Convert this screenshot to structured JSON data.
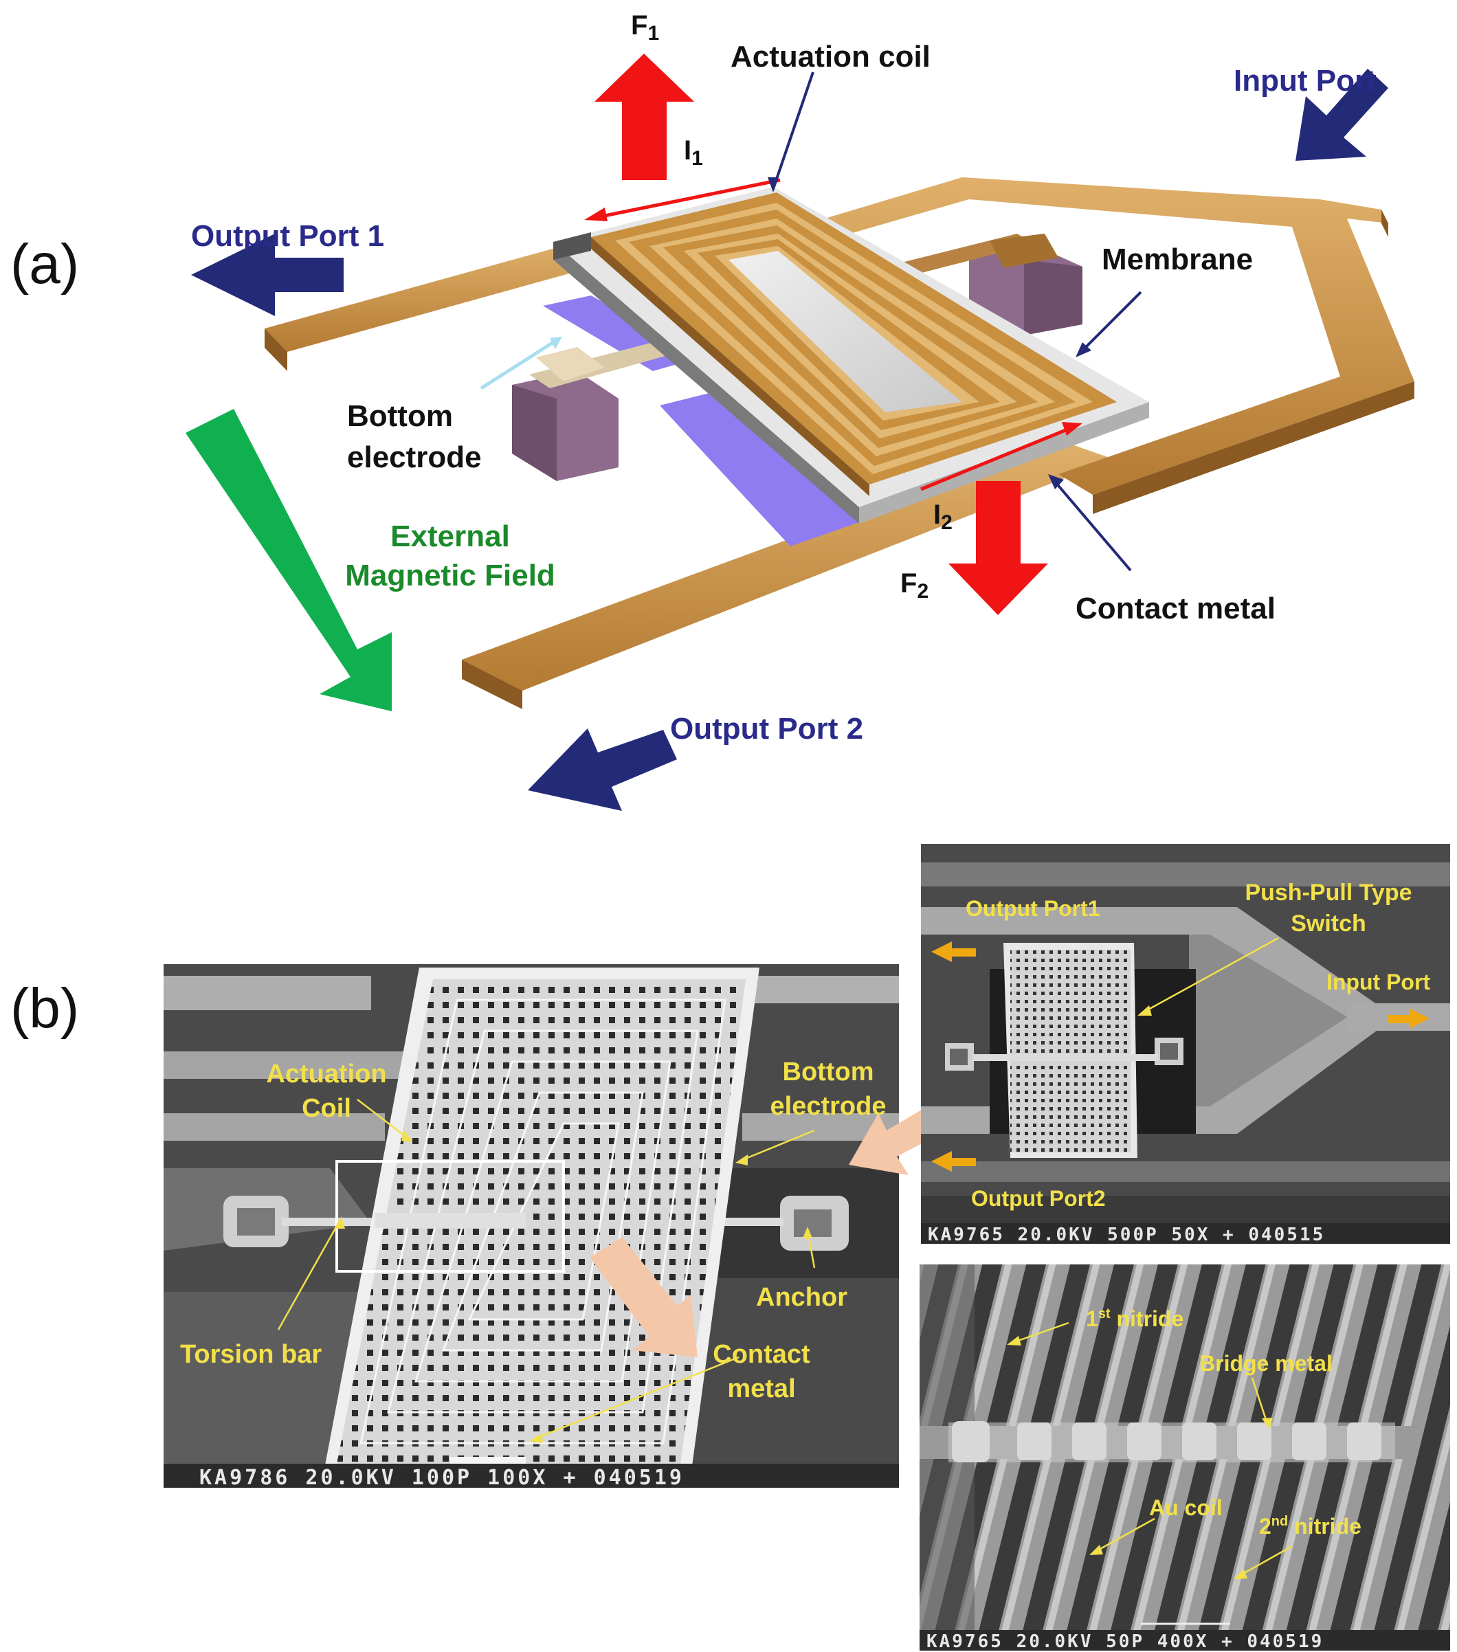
{
  "panels": {
    "a": "(a)",
    "b": "(b)"
  },
  "diagram": {
    "force_top": "F",
    "force_top_sub": "1",
    "current_top": "I",
    "current_top_sub": "1",
    "force_bottom": "F",
    "force_bottom_sub": "2",
    "current_bottom": "I",
    "current_bottom_sub": "2",
    "actuation_coil": "Actuation coil",
    "input_port": "Input Port",
    "output_port_1": "Output Port 1",
    "output_port_2": "Output Port 2",
    "membrane": "Membrane",
    "bottom_electrode_1": "Bottom",
    "bottom_electrode_2": "electrode",
    "magnetic_field_1": "External",
    "magnetic_field_2": "Magnetic Field",
    "contact_metal": "Contact metal"
  },
  "sem_main": {
    "actuation_1": "Actuation",
    "actuation_2": "Coil",
    "bottom_1": "Bottom",
    "bottom_2": "electrode",
    "anchor": "Anchor",
    "torsion": "Torsion bar",
    "contact_1": "Contact",
    "contact_2": "metal",
    "footer": "KA9786 20.0KV 100P 100X + 040519"
  },
  "sem_top": {
    "push_pull_1": "Push-Pull Type",
    "push_pull_2": "Switch",
    "output1": "Output Port1",
    "output2": "Output Port2",
    "input": "Input Port",
    "footer": "KA9765 20.0KV 500P 50X + 040515"
  },
  "sem_bottom": {
    "nitride1": "1",
    "nitride1_sup": "st",
    "nitride1_rest": " nitride",
    "bridge": "Bridge metal",
    "au_coil": "Au coil",
    "nitride2": "2",
    "nitride2_sup": "nd",
    "nitride2_rest": " nitride",
    "footer": "KA9765 20.0KV 50P 400X + 040519"
  },
  "colors": {
    "gold": "#c8903f",
    "gold_dark": "#8a5a22",
    "navy": "#232a78",
    "red": "#f01414",
    "green": "#10b050",
    "purple": "#8e6a8c",
    "blue_electrode": "#8f7cf0",
    "sem_yellow": "#f2e04a",
    "salmon": "#f4c7a8"
  }
}
